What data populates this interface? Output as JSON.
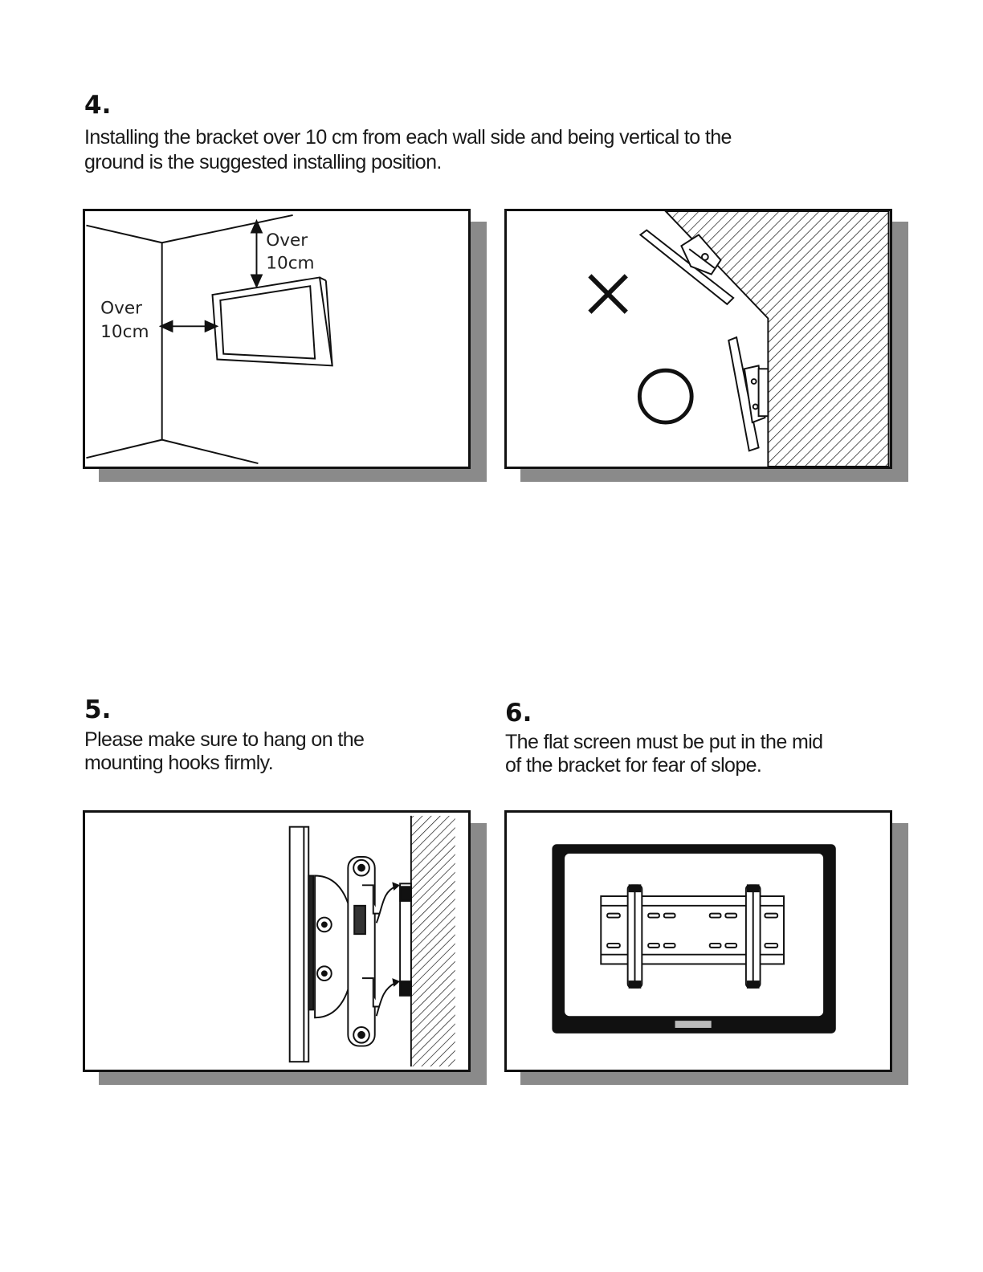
{
  "steps": [
    {
      "number": "4.",
      "text_lines": [
        "Installing the bracket over 10 cm from each wall side and being vertical to the",
        "ground is the suggested installing position."
      ],
      "figures": {
        "distance_top": [
          "Over",
          "10cm"
        ],
        "distance_side": [
          "Over",
          "10cm"
        ]
      }
    },
    {
      "number": "5.",
      "text_lines": [
        "Please make sure  to hang on the",
        "mounting hooks firmly."
      ]
    },
    {
      "number": "6.",
      "text_lines": [
        "The flat screen must be put in the mid",
        "of  the bracket for fear of slope."
      ]
    }
  ],
  "icons": [
    "wrong-mark-icon",
    "correct-mark-icon"
  ]
}
